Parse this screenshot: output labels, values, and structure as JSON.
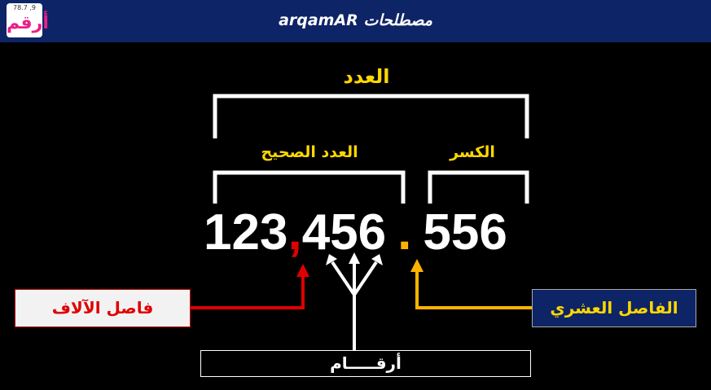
{
  "header": {
    "title": "arqamAR مصطلحات",
    "logo_text": "أرقم",
    "logo_small": "78.7 ,9"
  },
  "labels": {
    "number": "العدد",
    "integer_part": "العدد الصحيح",
    "fraction": "الكسر"
  },
  "number": {
    "integer_left": "123",
    "thousands_sep": ",",
    "integer_right": "456",
    "decimal_sep": ".",
    "fraction_digits": "556"
  },
  "boxes": {
    "thousands_separator": "فاصل الآلاف",
    "decimal_separator": "الفاصل العشري",
    "digits": "أرقـــــام"
  },
  "colors": {
    "header_bg": "#0d2466",
    "accent_yellow": "#ffd700",
    "thousands_red": "#e00000",
    "decimal_orange": "#ffb300"
  }
}
